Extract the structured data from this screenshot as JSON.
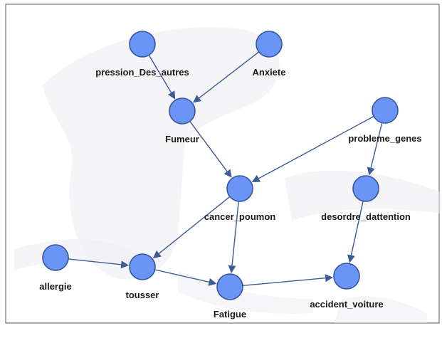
{
  "graph": {
    "nodes": [
      {
        "id": "pression",
        "label": "pression_Des_autres"
      },
      {
        "id": "anxiete",
        "label": "Anxiete"
      },
      {
        "id": "fumeur",
        "label": "Fumeur"
      },
      {
        "id": "genes",
        "label": "probleme_genes"
      },
      {
        "id": "cancer",
        "label": "cancer_poumon"
      },
      {
        "id": "desordre",
        "label": "desordre_dattention"
      },
      {
        "id": "allergie",
        "label": "allergie"
      },
      {
        "id": "tousser",
        "label": "tousser"
      },
      {
        "id": "fatigue",
        "label": "Fatigue"
      },
      {
        "id": "accident",
        "label": "accident_voiture"
      }
    ],
    "edges": [
      {
        "from": "pression",
        "to": "fumeur"
      },
      {
        "from": "anxiete",
        "to": "fumeur"
      },
      {
        "from": "fumeur",
        "to": "cancer"
      },
      {
        "from": "genes",
        "to": "cancer"
      },
      {
        "from": "genes",
        "to": "desordre"
      },
      {
        "from": "cancer",
        "to": "tousser"
      },
      {
        "from": "cancer",
        "to": "fatigue"
      },
      {
        "from": "allergie",
        "to": "tousser"
      },
      {
        "from": "tousser",
        "to": "fatigue"
      },
      {
        "from": "fatigue",
        "to": "accident"
      },
      {
        "from": "desordre",
        "to": "accident"
      }
    ]
  },
  "colors": {
    "node_fill": "#6a95f6",
    "node_stroke": "#34569e",
    "edge": "#3b5c94",
    "watermark": "#ececf2"
  }
}
